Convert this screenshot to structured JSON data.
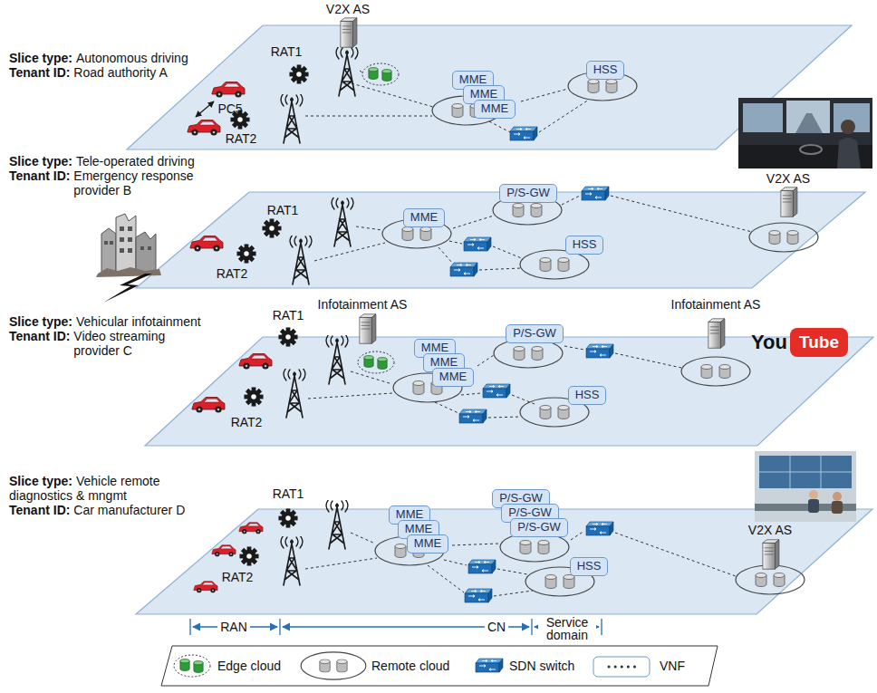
{
  "diagram": {
    "nodes": [
      {
        "text": [
          "Slice type:",
          "Autonomous driving",
          "Tenant ID:",
          "Road authority A"
        ]
      },
      {
        "text": [
          "MME"
        ],
        "in": 0
      },
      {
        "text": [
          "MME"
        ],
        "in": 0
      },
      {
        "text": [
          "MME"
        ],
        "in": 0
      },
      {
        "text": [
          "HSS"
        ],
        "in": 0
      },
      {
        "text": [
          "Slice type:",
          "Tele-operated driving",
          "Tenant ID:",
          "Emergency response provider B"
        ]
      },
      {
        "text": [
          "MME"
        ],
        "in": 5
      },
      {
        "text": [
          "P/S-GW"
        ],
        "in": 5
      },
      {
        "text": [
          "HSS"
        ],
        "in": 5
      },
      {
        "text": [
          "Slice type:",
          "Vehicular infotainment",
          "Tenant ID:",
          "Video streaming provider C"
        ]
      },
      {
        "text": [
          "MME"
        ],
        "in": 9
      },
      {
        "text": [
          "MME"
        ],
        "in": 9
      },
      {
        "text": [
          "MME"
        ],
        "in": 9
      },
      {
        "text": [
          "P/S-GW"
        ],
        "in": 9
      },
      {
        "text": [
          "HSS"
        ],
        "in": 9
      },
      {
        "text": [
          "Slice type:",
          "Vehicle remote diagnostics & mngmt",
          "Tenant ID:",
          "Car manufacturer D"
        ]
      },
      {
        "text": [
          "MME"
        ],
        "in": 15
      },
      {
        "text": [
          "MME"
        ],
        "in": 15
      },
      {
        "text": [
          "MME"
        ],
        "in": 15
      },
      {
        "text": [
          "P/S-GW"
        ],
        "in": 15
      },
      {
        "text": [
          "P/S-GW"
        ],
        "in": 15
      },
      {
        "text": [
          "P/S-GW"
        ],
        "in": 15
      },
      {
        "text": [
          "HSS"
        ],
        "in": 15
      }
    ],
    "labels": [
      "V2X AS",
      "RAT1",
      "PC5",
      "RAT2",
      "RAT1",
      "RAT2",
      "V2X AS",
      "Infotainment AS",
      "RAT1",
      "RAT2",
      "Infotainment AS",
      "You",
      "Tube",
      "RAT1",
      "RAT2",
      "V2X AS",
      "RAN",
      "CN",
      "Service domain"
    ],
    "legend": [
      {
        "text": "Edge cloud"
      },
      {
        "text": "Remote cloud"
      },
      {
        "text": "SDN switch"
      },
      {
        "text": "VNF"
      }
    ]
  }
}
